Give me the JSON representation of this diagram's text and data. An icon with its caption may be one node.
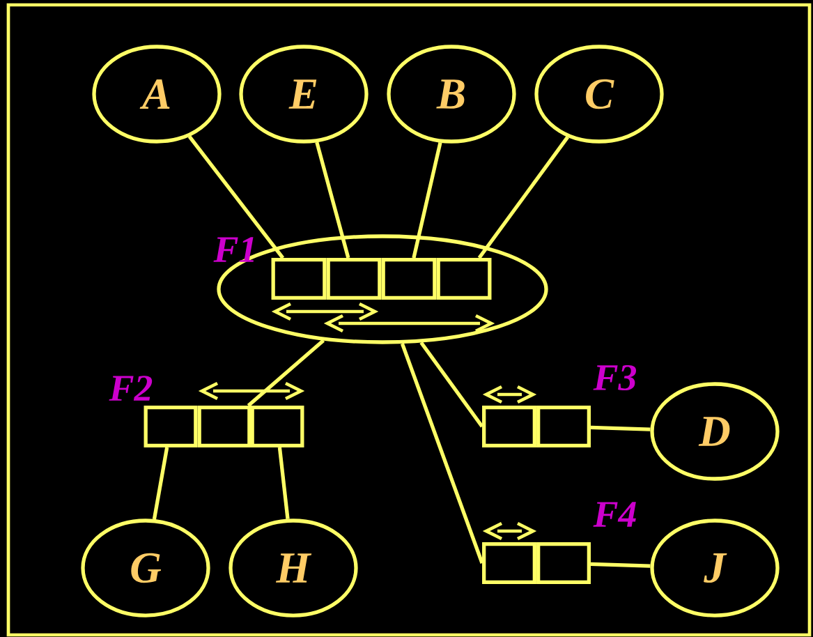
{
  "diagram": {
    "nodes": [
      {
        "text": [
          "A"
        ]
      },
      {
        "text": [
          "E"
        ]
      },
      {
        "text": [
          "B"
        ]
      },
      {
        "text": [
          "C"
        ]
      },
      {
        "text": [
          "F1"
        ]
      },
      {
        "text": [],
        "shape": "box",
        "in": 4
      },
      {
        "text": [],
        "shape": "box",
        "in": 4
      },
      {
        "text": [],
        "shape": "box",
        "in": 4
      },
      {
        "text": [],
        "shape": "box",
        "in": 4
      },
      {
        "text": [],
        "shape": "box"
      },
      {
        "text": [],
        "shape": "box"
      },
      {
        "text": [],
        "shape": "box"
      },
      {
        "text": [],
        "shape": "box"
      },
      {
        "text": [],
        "shape": "box"
      },
      {
        "text": [
          "D"
        ]
      },
      {
        "text": [],
        "shape": "box"
      },
      {
        "text": [],
        "shape": "box"
      },
      {
        "text": [
          "G"
        ]
      },
      {
        "text": [
          "H"
        ]
      },
      {
        "text": [
          "J"
        ]
      }
    ],
    "edges": [
      {
        "from": 0,
        "to": 5,
        "arrow": "none"
      },
      {
        "from": 1,
        "to": 6,
        "arrow": "none"
      },
      {
        "from": 2,
        "to": 7,
        "arrow": "none"
      },
      {
        "from": 3,
        "to": 8,
        "arrow": "none"
      },
      {
        "from": 4,
        "to": 10,
        "arrow": "none"
      },
      {
        "from": 4,
        "to": 12,
        "arrow": "none"
      },
      {
        "from": 4,
        "to": 15,
        "arrow": "none"
      },
      {
        "from": 9,
        "to": 17,
        "arrow": "none"
      },
      {
        "from": 11,
        "to": 18,
        "arrow": "none"
      },
      {
        "from": 13,
        "to": 14,
        "arrow": "none"
      },
      {
        "from": 16,
        "to": 19,
        "arrow": "none"
      }
    ],
    "labels": [
      "F2",
      "F3",
      "F4"
    ]
  }
}
